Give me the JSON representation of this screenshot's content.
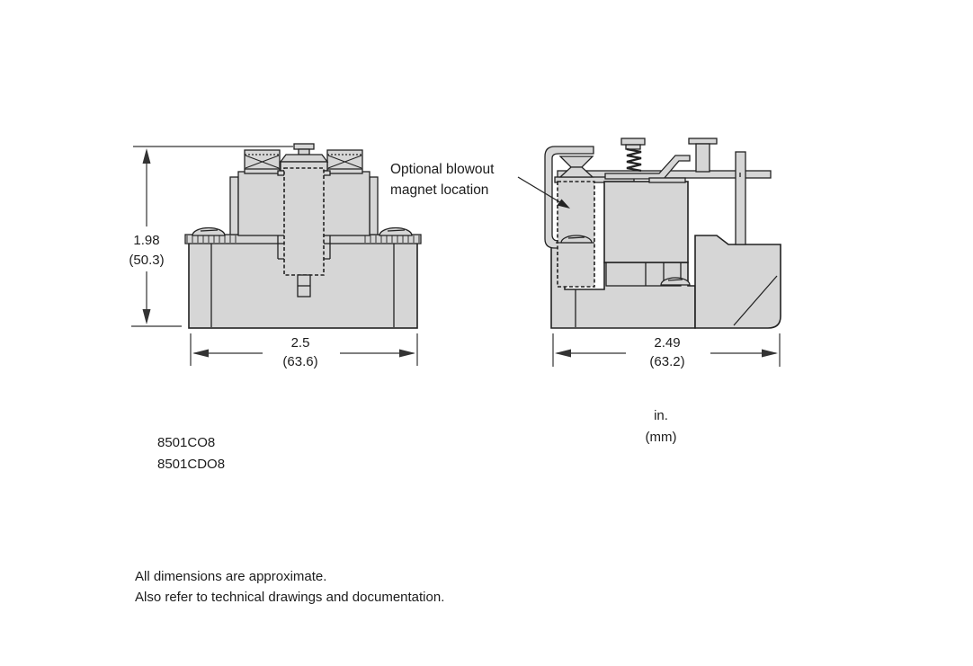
{
  "colors": {
    "background": "#ffffff",
    "body_fill": "#d6d6d6",
    "line": "#222222",
    "text": "#1c1c1c"
  },
  "annotation": {
    "line1": "Optional blowout",
    "line2": "magnet location"
  },
  "front_view": {
    "height_in": "1.98",
    "height_mm": "(50.3)",
    "width_in": "2.5",
    "width_mm": "(63.6)"
  },
  "side_view": {
    "width_in": "2.49",
    "width_mm": "(63.2)"
  },
  "units": {
    "line1": "in.",
    "line2": "(mm)"
  },
  "models": {
    "model1": "8501CO8",
    "model2": "8501CDO8"
  },
  "footer": {
    "line1": "All dimensions are approximate.",
    "line2": "Also refer to technical drawings and documentation."
  }
}
